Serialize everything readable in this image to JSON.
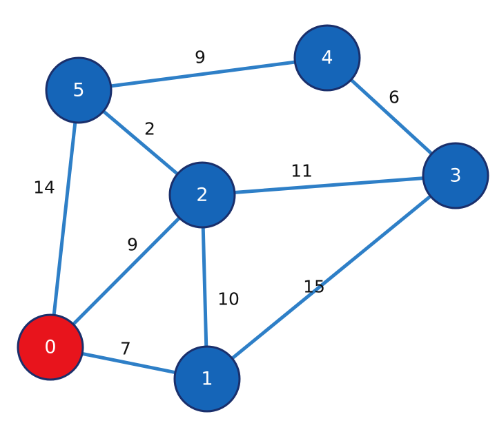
{
  "graph": {
    "nodes": [
      {
        "id": "0",
        "label": "0",
        "color": "#e8141c"
      },
      {
        "id": "1",
        "label": "1",
        "color": "#1565b8"
      },
      {
        "id": "2",
        "label": "2",
        "color": "#1565b8"
      },
      {
        "id": "3",
        "label": "3",
        "color": "#1565b8"
      },
      {
        "id": "4",
        "label": "4",
        "color": "#1565b8"
      },
      {
        "id": "5",
        "label": "5",
        "color": "#1565b8"
      }
    ],
    "edges": [
      {
        "from": "5",
        "to": "4",
        "weight": "9"
      },
      {
        "from": "4",
        "to": "3",
        "weight": "6"
      },
      {
        "from": "5",
        "to": "2",
        "weight": "2"
      },
      {
        "from": "2",
        "to": "3",
        "weight": "11"
      },
      {
        "from": "5",
        "to": "0",
        "weight": "14"
      },
      {
        "from": "0",
        "to": "2",
        "weight": "9"
      },
      {
        "from": "2",
        "to": "1",
        "weight": "10"
      },
      {
        "from": "1",
        "to": "3",
        "weight": "15"
      },
      {
        "from": "0",
        "to": "1",
        "weight": "7"
      }
    ],
    "edge_color": "#2e7fc7",
    "node_border_color": "#1a2f6b"
  }
}
